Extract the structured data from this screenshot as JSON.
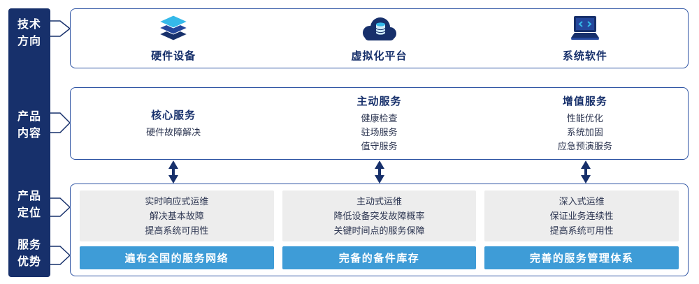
{
  "colors": {
    "navy": "#17306b",
    "border_blue": "#2d53a3",
    "accent_light_blue": "#3e9cd7",
    "icon_accent": "#35b9e9",
    "panel_gray": "#ededed"
  },
  "left_bar": {
    "sections": [
      {
        "label": "技术\n方向"
      },
      {
        "label": "产品\n内容"
      },
      {
        "label": "产品\n定位"
      },
      {
        "label": "服务\n优势"
      }
    ]
  },
  "tech_row": {
    "items": [
      {
        "label": "硬件设备",
        "icon": "server-stack-icon"
      },
      {
        "label": "虚拟化平台",
        "icon": "cloud-platform-icon"
      },
      {
        "label": "系统软件",
        "icon": "system-software-icon"
      }
    ]
  },
  "content_row": {
    "columns": [
      {
        "title": "核心服务",
        "items": [
          "硬件故障解决"
        ]
      },
      {
        "title": "主动服务",
        "items": [
          "健康检查",
          "驻场服务",
          "值守服务"
        ]
      },
      {
        "title": "增值服务",
        "items": [
          "性能优化",
          "系统加固",
          "应急预演服务"
        ]
      }
    ]
  },
  "bottom_row": {
    "columns": [
      {
        "position_lines": [
          "实时响应式运维",
          "解决基本故障",
          "提高系统可用性"
        ],
        "advantage": "遍布全国的服务网络"
      },
      {
        "position_lines": [
          "主动式运维",
          "降低设备突发故障概率",
          "关键时间点的服务保障"
        ],
        "advantage": "完备的备件库存"
      },
      {
        "position_lines": [
          "深入式运维",
          "保证业务连续性",
          "提高系统可用性"
        ],
        "advantage": "完善的服务管理体系"
      }
    ]
  }
}
